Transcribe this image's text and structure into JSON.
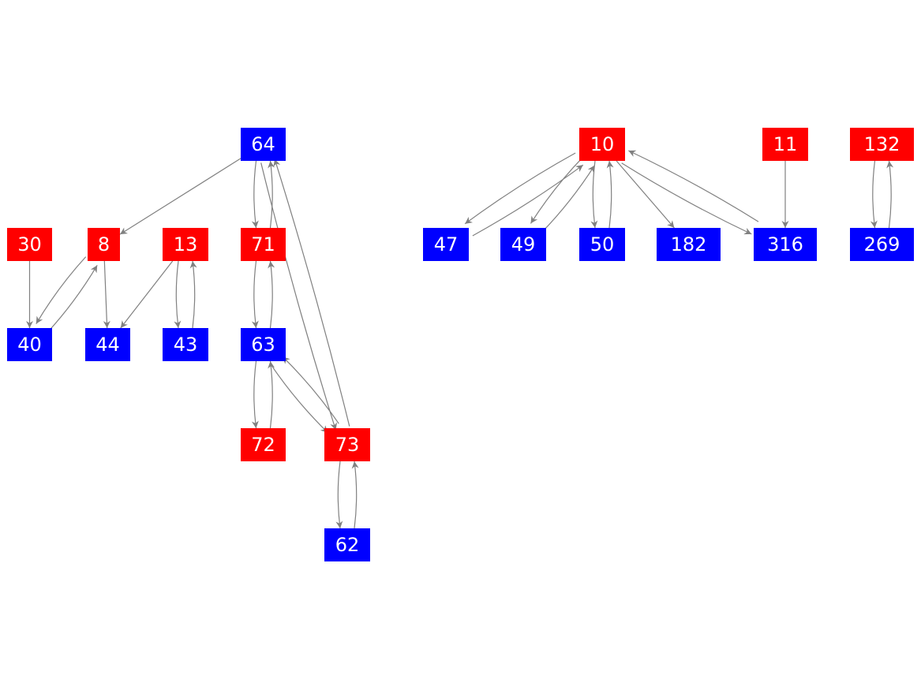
{
  "colors": {
    "red": "#ff0000",
    "blue": "#0000ff",
    "edge": "#808080",
    "label": "#ffffff"
  },
  "nodes": [
    {
      "id": "64",
      "color": "blue"
    },
    {
      "id": "30",
      "color": "red"
    },
    {
      "id": "8",
      "color": "red"
    },
    {
      "id": "13",
      "color": "red"
    },
    {
      "id": "71",
      "color": "red"
    },
    {
      "id": "40",
      "color": "blue"
    },
    {
      "id": "44",
      "color": "blue"
    },
    {
      "id": "43",
      "color": "blue"
    },
    {
      "id": "63",
      "color": "blue"
    },
    {
      "id": "72",
      "color": "red"
    },
    {
      "id": "73",
      "color": "red"
    },
    {
      "id": "62",
      "color": "blue"
    },
    {
      "id": "10",
      "color": "red"
    },
    {
      "id": "11",
      "color": "red"
    },
    {
      "id": "132",
      "color": "red"
    },
    {
      "id": "47",
      "color": "blue"
    },
    {
      "id": "49",
      "color": "blue"
    },
    {
      "id": "50",
      "color": "blue"
    },
    {
      "id": "182",
      "color": "blue"
    },
    {
      "id": "316",
      "color": "blue"
    },
    {
      "id": "269",
      "color": "blue"
    }
  ],
  "edges": [
    [
      "64",
      "8"
    ],
    [
      "64",
      "71"
    ],
    [
      "71",
      "64"
    ],
    [
      "64",
      "73"
    ],
    [
      "73",
      "64"
    ],
    [
      "30",
      "40"
    ],
    [
      "8",
      "40"
    ],
    [
      "40",
      "8"
    ],
    [
      "8",
      "44"
    ],
    [
      "13",
      "44"
    ],
    [
      "13",
      "43"
    ],
    [
      "43",
      "13"
    ],
    [
      "71",
      "63"
    ],
    [
      "63",
      "71"
    ],
    [
      "63",
      "72"
    ],
    [
      "72",
      "63"
    ],
    [
      "63",
      "73"
    ],
    [
      "73",
      "63"
    ],
    [
      "73",
      "62"
    ],
    [
      "62",
      "73"
    ],
    [
      "10",
      "47"
    ],
    [
      "47",
      "10"
    ],
    [
      "10",
      "49"
    ],
    [
      "49",
      "10"
    ],
    [
      "10",
      "50"
    ],
    [
      "50",
      "10"
    ],
    [
      "10",
      "182"
    ],
    [
      "10",
      "316"
    ],
    [
      "316",
      "10"
    ],
    [
      "11",
      "316"
    ],
    [
      "132",
      "269"
    ],
    [
      "269",
      "132"
    ]
  ]
}
